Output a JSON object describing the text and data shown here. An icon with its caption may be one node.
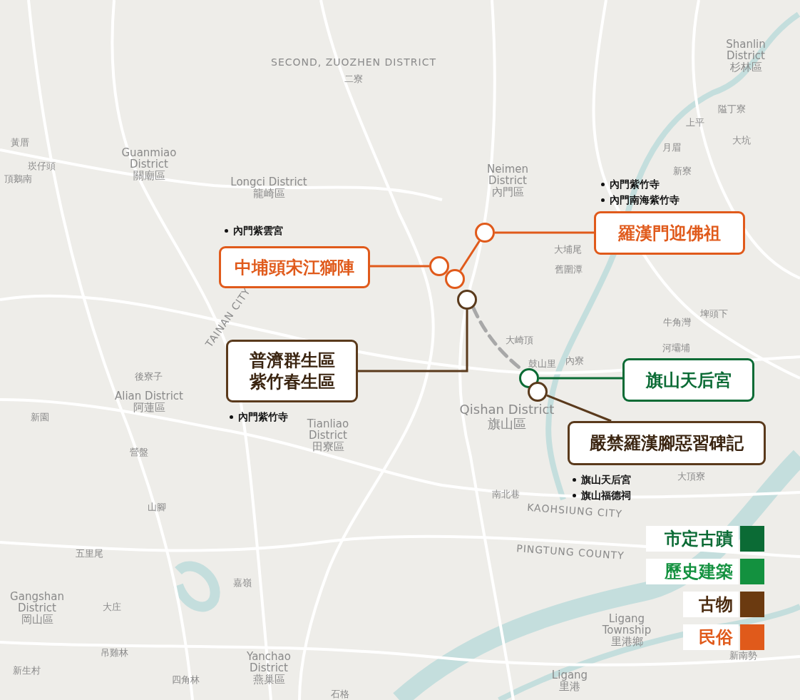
{
  "diagram": {
    "nodes": [
      {
        "text": [],
        "shape": "circle"
      },
      {
        "text": [
          "羅漢門迎佛祖"
        ],
        "beside": [
          "內門紫竹寺",
          "內門南海紫竹寺"
        ]
      },
      {
        "text": [],
        "shape": "circle"
      },
      {
        "text": [
          "中埔頭宋江獅陣"
        ],
        "beside": [
          "內門紫雲宮"
        ]
      },
      {
        "text": [],
        "shape": "circle"
      },
      {
        "text": [],
        "shape": "circle"
      },
      {
        "text": [
          "普濟群生區",
          "紫竹春生區"
        ],
        "beside": [
          "內門紫竹寺"
        ]
      },
      {
        "text": [],
        "shape": "circle"
      },
      {
        "text": [
          "旗山天后宮"
        ]
      },
      {
        "text": [],
        "shape": "circle"
      },
      {
        "text": [
          "嚴禁羅漢腳惡習碑記"
        ],
        "beside": [
          "旗山天后宮",
          "旗山福德祠"
        ]
      }
    ],
    "edges": [
      {
        "from": 1,
        "to": 0,
        "arrow": "none",
        "color": "#e05a1b"
      },
      {
        "from": 3,
        "to": 2,
        "arrow": "none",
        "color": "#e05a1b"
      },
      {
        "from": 0,
        "to": 4,
        "arrow": "none",
        "color": "#e05a1b"
      },
      {
        "from": 6,
        "to": 5,
        "arrow": "none",
        "color": "#5a3a1c"
      },
      {
        "from": 5,
        "to": 7,
        "arrow": "none",
        "style": "dashed",
        "color": "#a8a8a8"
      },
      {
        "from": 8,
        "to": 7,
        "arrow": "none",
        "color": "#0b6b35"
      },
      {
        "from": 10,
        "to": 9,
        "arrow": "none",
        "color": "#5a3a1c"
      }
    ],
    "labels": [
      "SECOND, ZUOZHEN DISTRICT",
      "二寮",
      "Shanlin District 杉林區",
      "隘丁寮",
      "上平",
      "黃厝",
      "大坑",
      "月眉",
      "Guanmiao District 關廟區",
      "崁仔頭",
      "頂鵝南",
      "新寮",
      "Longci District 龍崎區",
      "Neimen District 內門區",
      "大埔尾",
      "舊圍潭",
      "埤頭下",
      "TAINAN CITY",
      "牛角灣",
      "大崎頂",
      "河壩埔",
      "鼓山里",
      "內寮",
      "後寮子",
      "Alian District 阿蓮區",
      "新園",
      "Qishan District 旗山區",
      "Tianliao District 田寮區",
      "營盤",
      "大頂寮",
      "南北巷",
      "山腳",
      "KAOHSIUNG CITY",
      "五里尾",
      "PINGTUNG COUNTY",
      "嘉嶺",
      "大庄",
      "Gangshan District 岡山區",
      "Ligang Township 里港鄉",
      "吊雞林",
      "新南勢",
      "新生村",
      "Yanchao District 燕巢區",
      "四角林",
      "Ligang 里港",
      "石格"
    ],
    "legend": [
      {
        "text": "市定古蹟",
        "color": "#0b6b35"
      },
      {
        "text": "歷史建築",
        "color": "#13913f"
      },
      {
        "text": "古物",
        "color": "#6b3a10"
      },
      {
        "text": "民俗",
        "color": "#e05a1b"
      }
    ]
  }
}
